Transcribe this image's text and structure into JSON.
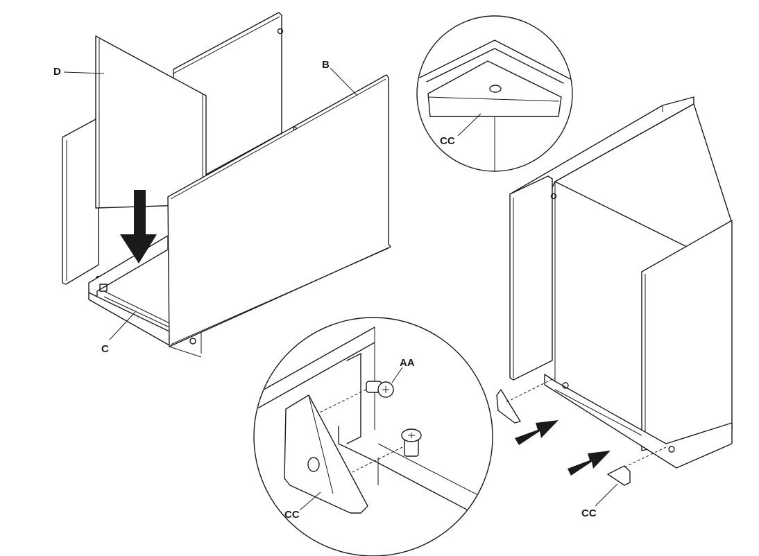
{
  "labels": {
    "panel_d": "D",
    "panel_b": "B",
    "panel_c": "C",
    "bracket_top_detail": "CC",
    "peg": "AA",
    "bracket_bottom_detail": "CC",
    "bracket_right": "CC"
  }
}
